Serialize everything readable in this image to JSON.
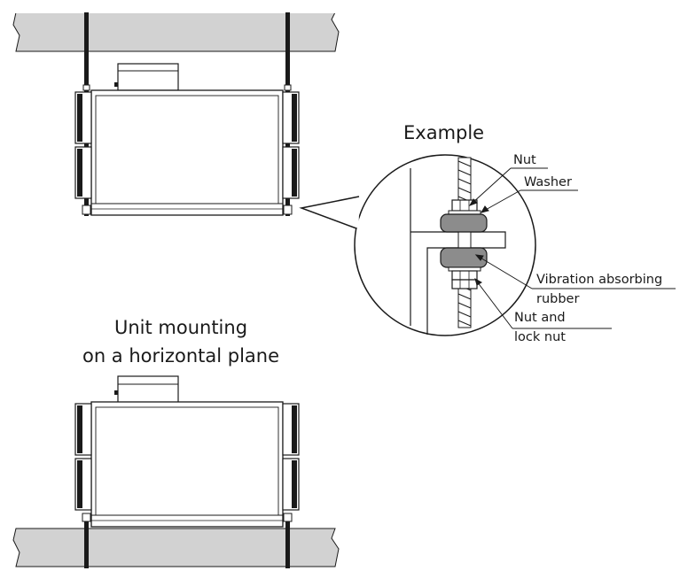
{
  "example_title": "Example",
  "callouts": {
    "nut": "Nut",
    "washer": "Washer",
    "vibration_line1": "Vibration absorbing",
    "vibration_line2": "rubber",
    "nut_lock_line1": "Nut and",
    "nut_lock_line2": "lock nut"
  },
  "caption": {
    "line1": "Unit mounting",
    "line2": "on a horizontal plane"
  },
  "colors": {
    "ceiling_fill": "#d2d2d2",
    "line": "#1a1a1a",
    "rubber": "#8c8c8c"
  }
}
